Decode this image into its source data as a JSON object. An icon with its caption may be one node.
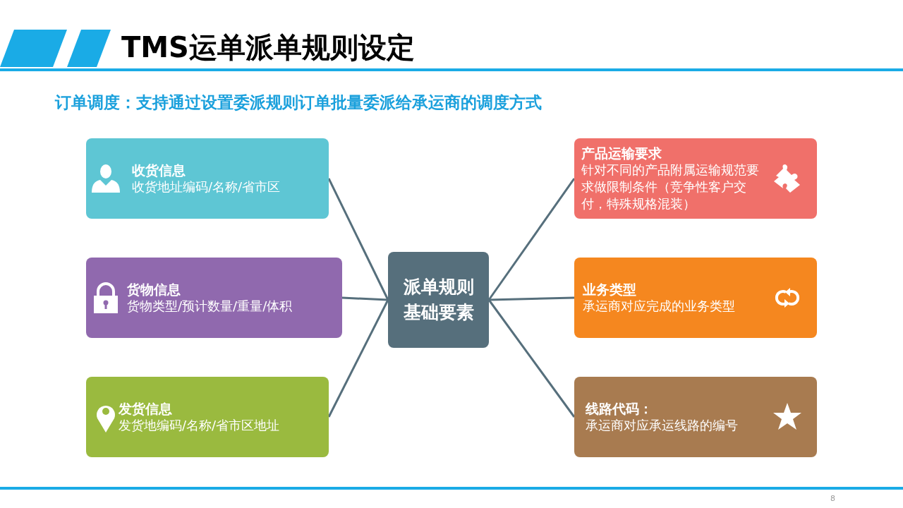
{
  "diagram": {
    "title": "TMS运单派单规则设定",
    "nodes": [
      {
        "text": [
          "收货信息",
          "收货地址编码/名称/省市区"
        ]
      },
      {
        "text": [
          "货物信息",
          "货物类型/预计数量/重量/体积"
        ]
      },
      {
        "text": [
          "发货信息",
          "发货地编码/名称/省市区地址"
        ]
      },
      {
        "text": [
          "派单规则基础要素"
        ]
      },
      {
        "text": [
          "产品运输要求",
          "针对不同的产品附属运输规范要求做限制条件（竞争性客户交付，特殊规格混装）"
        ]
      },
      {
        "text": [
          "业务类型",
          "承运商对应完成的业务类型"
        ]
      },
      {
        "text": [
          "线路代码：",
          "承运商对应承运线路的编号"
        ]
      }
    ],
    "edges": [
      {
        "from": 3,
        "to": 0,
        "arrow": "none"
      },
      {
        "from": 3,
        "to": 1,
        "arrow": "none"
      },
      {
        "from": 3,
        "to": 2,
        "arrow": "none"
      },
      {
        "from": 3,
        "to": 4,
        "arrow": "none"
      },
      {
        "from": 3,
        "to": 5,
        "arrow": "none"
      },
      {
        "from": 3,
        "to": 6,
        "arrow": "none"
      }
    ],
    "labels": [
      "订单调度：支持通过设置委派规则订单批量委派给承运商的调度方式",
      "8"
    ]
  }
}
